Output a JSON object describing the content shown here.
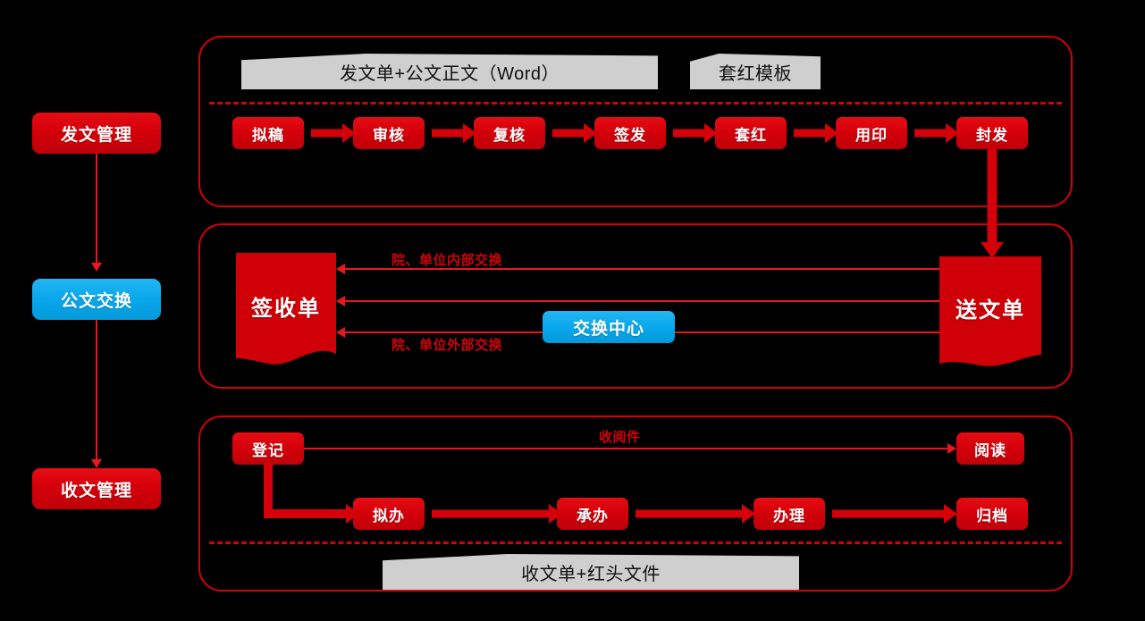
{
  "sidebar": {
    "items": [
      {
        "label": "发文管理",
        "color": "#d4000a",
        "kind": "red"
      },
      {
        "label": "公文交换",
        "color": "#09a7ec",
        "kind": "blue"
      },
      {
        "label": "收文管理",
        "color": "#d4000a",
        "kind": "red"
      }
    ]
  },
  "dispatch_section": {
    "banner_main": "发文单+公文正文（Word）",
    "banner_side": "套红模板",
    "steps": [
      {
        "label": "拟稿"
      },
      {
        "label": "审核"
      },
      {
        "label": "复核"
      },
      {
        "label": "签发"
      },
      {
        "label": "套红"
      },
      {
        "label": "用印"
      },
      {
        "label": "封发"
      }
    ]
  },
  "exchange_section": {
    "left_doc": "签收单",
    "right_doc": "送文单",
    "center_node": "交换中心",
    "label_internal": "院、单位内部交换",
    "label_external": "院、单位外部交换"
  },
  "receive_section": {
    "register": "登记",
    "read": "阅读",
    "read_label": "收阅件",
    "steps": [
      {
        "label": "拟办"
      },
      {
        "label": "承办"
      },
      {
        "label": "办理"
      },
      {
        "label": "归档"
      }
    ],
    "banner_bottom": "收文单+红头文件"
  },
  "colors": {
    "primary_red": "#d4000a",
    "bright_red": "#e8171f",
    "accent_blue": "#09a7ec",
    "banner_gray": "#cfcfcf",
    "background": "#000000"
  }
}
